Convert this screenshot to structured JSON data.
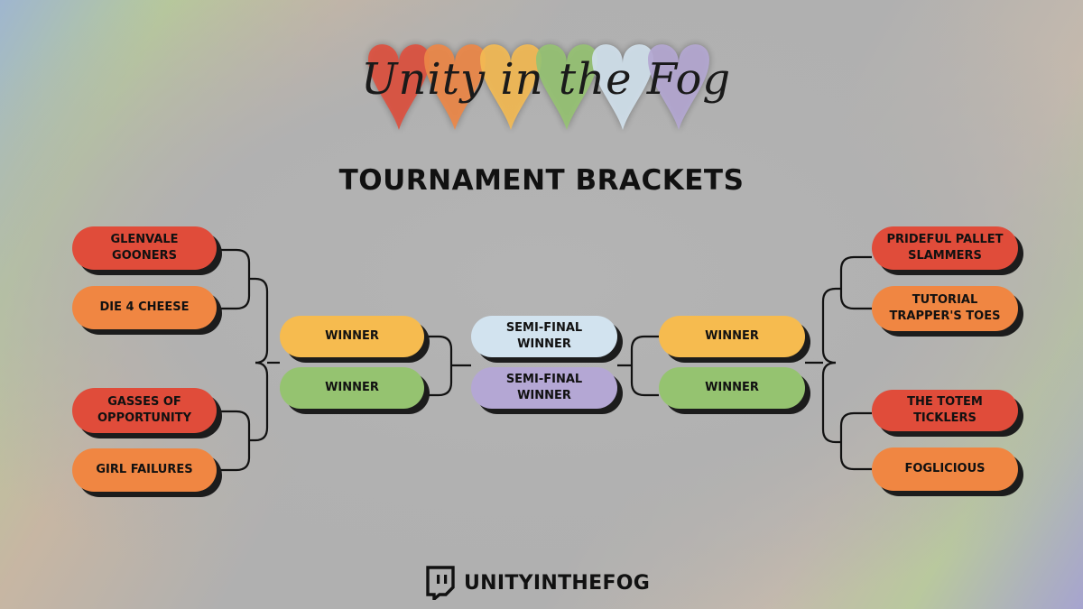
{
  "logo": {
    "text": "Unity in the Fog",
    "heart_colors": [
      "#e04c3a",
      "#f08642",
      "#f6bb4f",
      "#95c370",
      "#d2e3ef",
      "#b4a7d4"
    ]
  },
  "title": "TOURNAMENT BRACKETS",
  "left": {
    "teams": [
      "GLENVALE GOONERS",
      "DIE 4 CHEESE",
      "GASSES OF OPPORTUNITY",
      "GIRL FAILURES"
    ],
    "winners": [
      "WINNER",
      "WINNER"
    ]
  },
  "center": {
    "semi_finals": [
      "SEMI-FINAL WINNER",
      "SEMI-FINAL WINNER"
    ]
  },
  "right": {
    "teams": [
      "PRIDEFUL PALLET SLAMMERS",
      "TUTORIAL TRAPPER'S TOES",
      "THE TOTEM TICKLERS",
      "FOGLICIOUS"
    ],
    "winners": [
      "WINNER",
      "WINNER"
    ]
  },
  "footer": {
    "icon": "twitch-icon",
    "handle": "UNITYINTHEFOG"
  },
  "colors": {
    "red": "#e04c3a",
    "orange": "#f08642",
    "yellow": "#f6bb4f",
    "green": "#95c370",
    "blue": "#d2e3ef",
    "purple": "#b4a7d4"
  }
}
